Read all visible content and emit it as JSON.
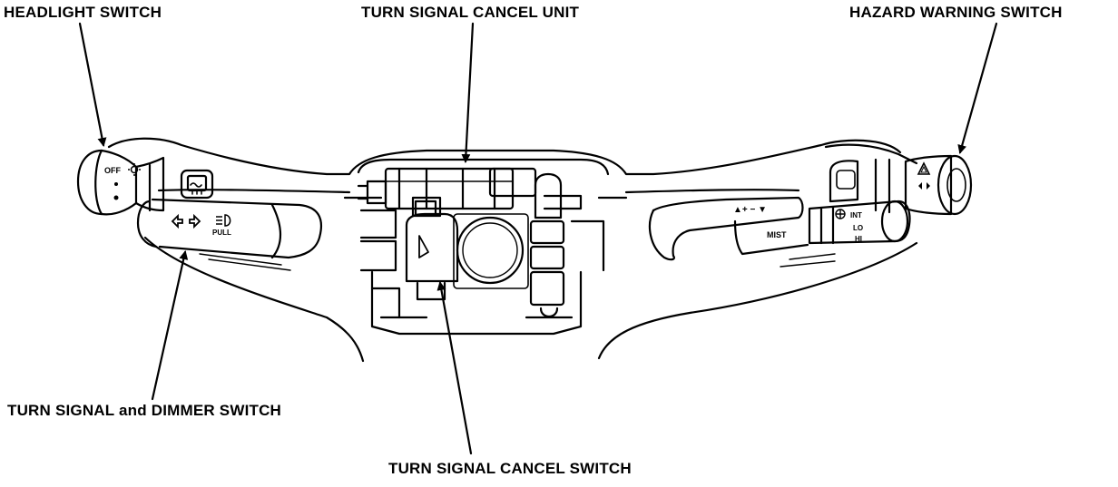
{
  "labels": {
    "headlight_switch": "HEADLIGHT SWITCH",
    "turn_signal_cancel_unit": "TURN SIGNAL CANCEL UNIT",
    "hazard_warning_switch": "HAZARD WARNING SWITCH",
    "turn_signal_dimmer_switch": "TURN SIGNAL and DIMMER SWITCH",
    "turn_signal_cancel_switch": "TURN SIGNAL CANCEL SWITCH"
  },
  "markings": {
    "headlight_off": "OFF",
    "dimmer_pull": "PULL",
    "wiper_mist": "MIST",
    "wiper_int": "INT",
    "wiper_lo": "LO",
    "wiper_hi": "HI"
  },
  "icons": {
    "rear_defroster": "rear-defroster-icon",
    "turn_arrows": "turn-arrows-icon",
    "high_beam": "high-beam-icon",
    "hazard": "hazard-triangle-icon",
    "washer": "washer-icon"
  },
  "colors": {
    "ink": "#000000",
    "paper": "#ffffff"
  }
}
